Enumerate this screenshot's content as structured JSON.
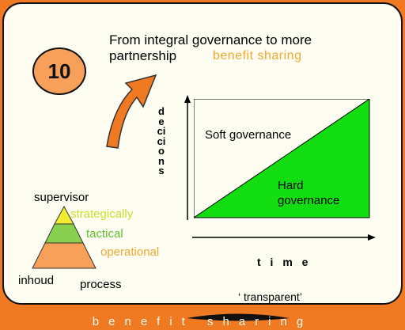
{
  "slide_number": "10",
  "title": {
    "line1": "From integral governance to more",
    "line2": "partnership",
    "highlight": "benefit sharing"
  },
  "vertical_axis_label": "decicions",
  "chart": {
    "upper_region_label": "Soft governance",
    "lower_region_label": "Hard governance",
    "upper_color": "#fdfdf2",
    "lower_color": "#11dd11",
    "x_axis_label": "t i m e",
    "note": "‘ transparent’"
  },
  "pyramid": {
    "top_label": "supervisor",
    "levels": [
      {
        "label": "strategically",
        "color": "#f2ec30"
      },
      {
        "label": "tactical",
        "color": "#8ad050"
      },
      {
        "label": "operational",
        "color": "#f7a05a"
      }
    ],
    "bottom_left_label": "inhoud",
    "bottom_right_label": "process"
  },
  "footer": "benefit sharing",
  "colors": {
    "background": "#f07a22",
    "card": "#fdfdf2",
    "arrow": "#f07a22",
    "accent_text": "#f0a830"
  }
}
